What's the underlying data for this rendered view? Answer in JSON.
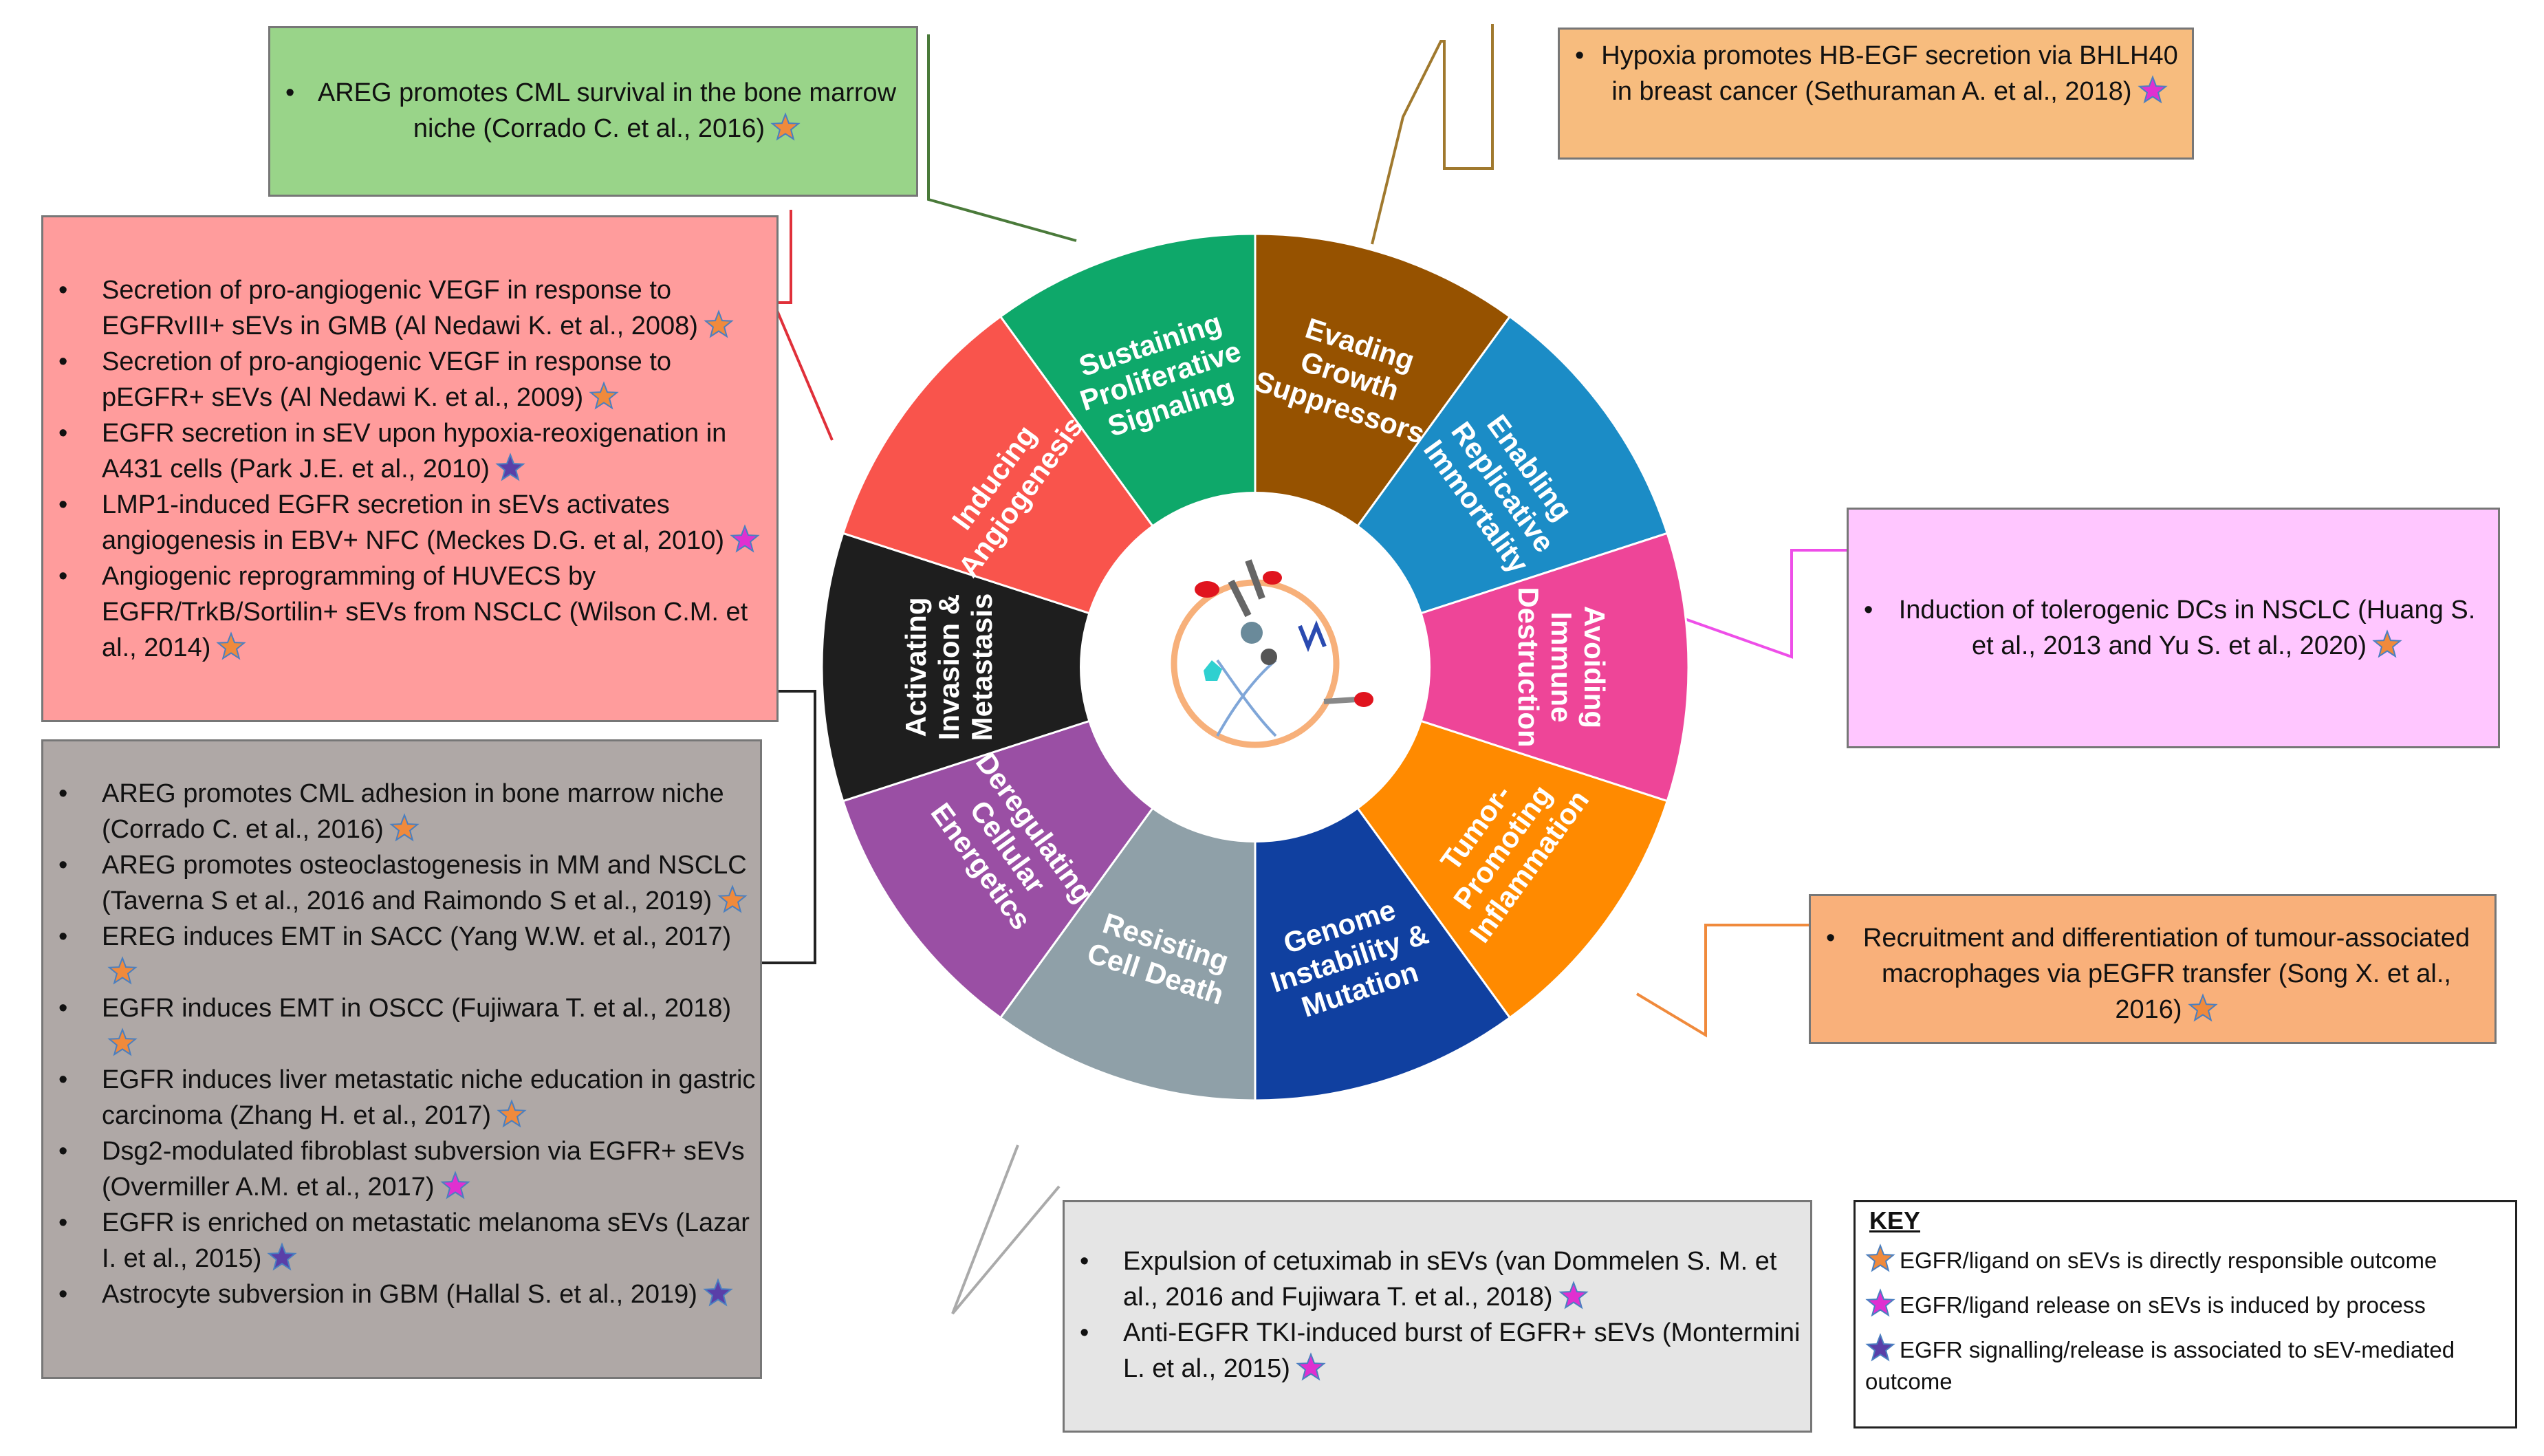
{
  "wheel": {
    "segments": [
      {
        "label": "Sustaining Proliferative Signaling",
        "color": "#0EA86A"
      },
      {
        "label": "Evading Growth Suppressors",
        "color": "#965200"
      },
      {
        "label": "Enabling Replicative Immortality",
        "color": "#1B8CC6"
      },
      {
        "label": "Avoiding Immune Destruction",
        "color": "#EE4598"
      },
      {
        "label": "Tumor-Promoting Inflammation",
        "color": "#FF8A00"
      },
      {
        "label": "Genome Instability & Mutation",
        "color": "#1040A0"
      },
      {
        "label": "Resisting Cell Death",
        "color": "#8FA0A8"
      },
      {
        "label": "Deregulating Cellular Energetics",
        "color": "#9A4FA4"
      },
      {
        "label": "Activating Invasion & Metastasis",
        "color": "#1E1E1E"
      },
      {
        "label": "Inducing Angiogenesis",
        "color": "#F9544C"
      }
    ]
  },
  "boxes": {
    "proliferative": {
      "bg": "#99D489",
      "items": [
        {
          "text": "AREG promotes CML survival in the bone marrow niche (Corrado C. et al., 2016)",
          "star": "orange"
        }
      ]
    },
    "growth": {
      "bg": "#F7BC7E",
      "items": [
        {
          "text": "Hypoxia promotes HB-EGF secretion via BHLH40 in breast cancer (Sethuraman A. et al., 2018)",
          "star": "magenta"
        }
      ]
    },
    "angiogenesis": {
      "bg": "#FF9C9C",
      "items": [
        {
          "text": "Secretion of pro-angiogenic VEGF in response to EGFRvIII+ sEVs in GMB (Al Nedawi K. et al., 2008)",
          "star": "orange"
        },
        {
          "text": "Secretion of pro-angiogenic VEGF in response to pEGFR+ sEVs (Al Nedawi K. et al., 2009)",
          "star": "orange"
        },
        {
          "text": "EGFR secretion in sEV upon hypoxia-reoxigenation in A431 cells (Park J.E. et al., 2010)",
          "star": "blue"
        },
        {
          "text": "LMP1-induced EGFR secretion in sEVs activates angiogenesis in EBV+ NFC (Meckes D.G. et al, 2010)",
          "star": "magenta"
        },
        {
          "text": "Angiogenic reprogramming of HUVECS by EGFR/TrkB/Sortilin+ sEVs from NSCLC (Wilson C.M. et al., 2014)",
          "star": "orange"
        }
      ]
    },
    "immune": {
      "bg": "#FFC6FF",
      "items": [
        {
          "text": "Induction of tolerogenic DCs in NSCLC (Huang S. et al., 2013 and Yu S. et al., 2020)",
          "star": "orange"
        }
      ]
    },
    "invasion": {
      "bg": "#AFA8A6",
      "items": [
        {
          "text": "AREG promotes CML adhesion in bone marrow niche (Corrado C. et al., 2016)",
          "star": "orange"
        },
        {
          "text": "AREG promotes osteoclastogenesis in MM and NSCLC (Taverna S et al., 2016 and Raimondo S et al., 2019)",
          "star": "orange"
        },
        {
          "text": "EREG induces EMT in SACC (Yang W.W. et al., 2017)",
          "star": "orange"
        },
        {
          "text": "EGFR induces EMT in OSCC (Fujiwara T. et al., 2018)",
          "star": "orange"
        },
        {
          "text": "EGFR induces liver metastatic niche education in gastric carcinoma (Zhang H. et al., 2017)",
          "star": "orange"
        },
        {
          "text": "Dsg2-modulated fibroblast subversion via EGFR+ sEVs (Overmiller A.M. et al., 2017)",
          "star": "magenta"
        },
        {
          "text": "EGFR is enriched on metastatic melanoma sEVs (Lazar I. et al., 2015)",
          "star": "blue"
        },
        {
          "text": "Astrocyte subversion in GBM (Hallal S. et al., 2019)",
          "star": "blue"
        }
      ]
    },
    "inflammation": {
      "bg": "#F9B07A",
      "items": [
        {
          "text": "Recruitment and differentiation of tumour-associated macrophages via pEGFR transfer (Song X. et al., 2016)",
          "star": "orange"
        }
      ]
    },
    "celldeath": {
      "bg": "#E5E5E5",
      "items": [
        {
          "text": "Expulsion of cetuximab in sEVs (van Dommelen S. M. et al., 2016 and Fujiwara T. et al., 2018)",
          "star": "magenta"
        },
        {
          "text": "Anti-EGFR TKI-induced burst of EGFR+ sEVs (Montermini L. et al., 2015)",
          "star": "magenta"
        }
      ]
    }
  },
  "key": {
    "title": "KEY",
    "rows": [
      {
        "text": "EGFR/ligand on sEVs is directly responsible outcome",
        "star": "orange"
      },
      {
        "text": "EGFR/ligand release on sEVs is induced by process",
        "star": "magenta"
      },
      {
        "text": "EGFR signalling/release is associated to sEV-mediated outcome",
        "star": "blue"
      }
    ]
  },
  "star_colors": {
    "orange": "#F08A3C",
    "magenta": "#E030D0",
    "blue": "#5A3FA8"
  }
}
